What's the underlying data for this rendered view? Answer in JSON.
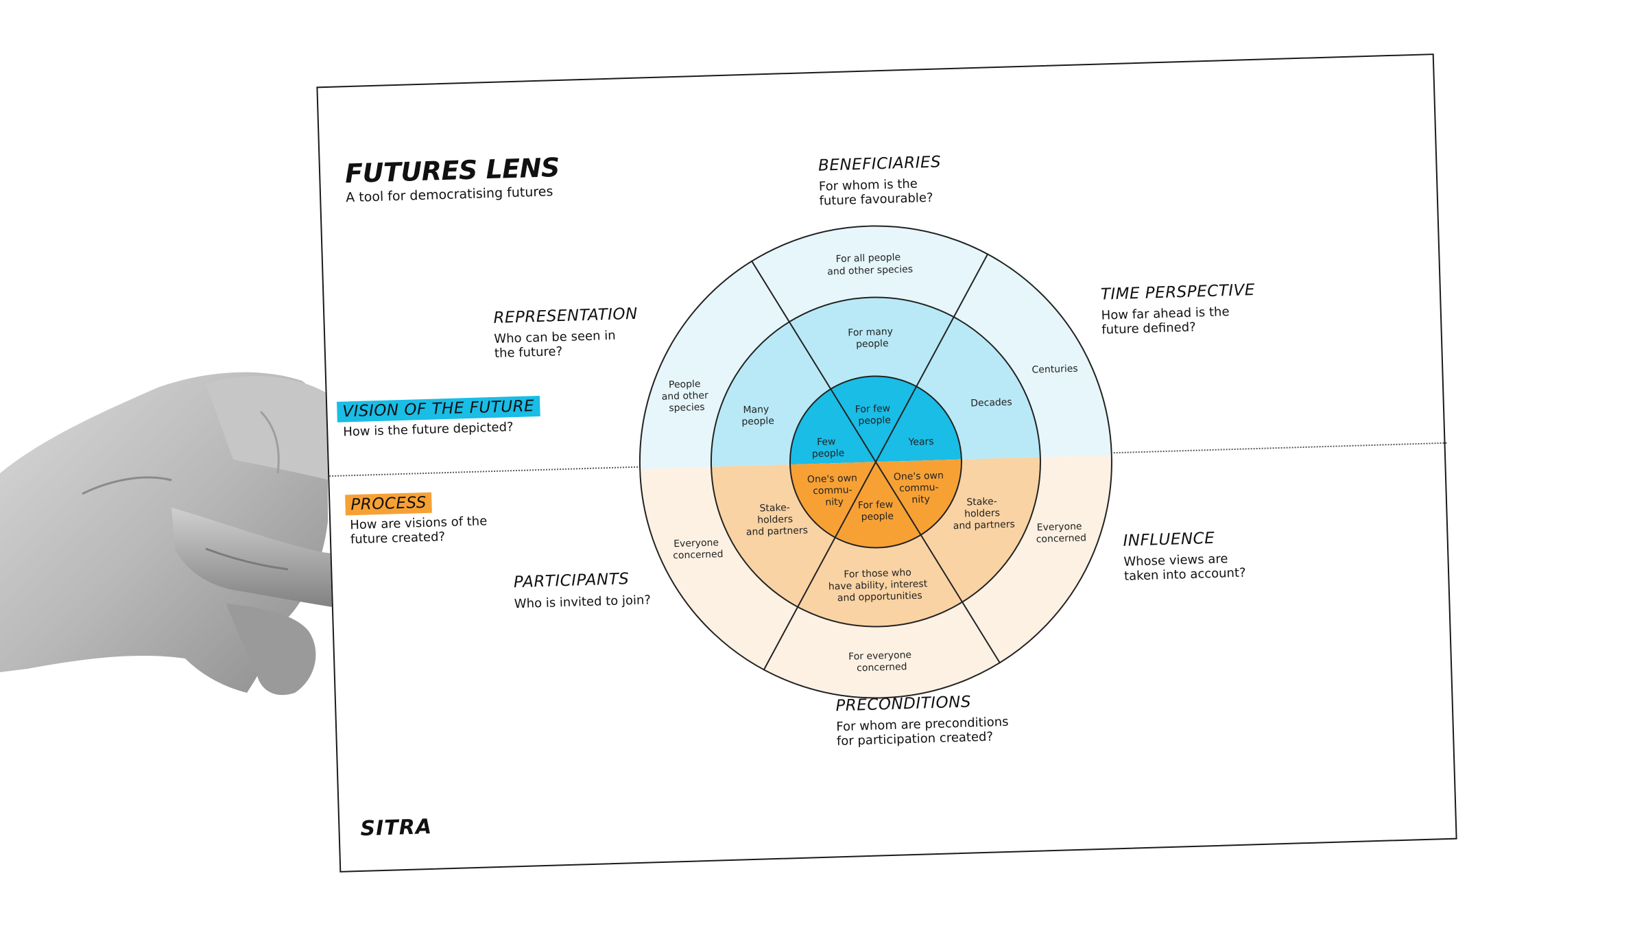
{
  "card": {
    "title": "FUTURES LENS",
    "subtitle": "A tool for democratising futures",
    "logo": "SITRA"
  },
  "sections": {
    "beneficiaries": {
      "heading": "BENEFICIARIES",
      "question_1": "For whom is the",
      "question_2": "future favourable?"
    },
    "time_perspective": {
      "heading": "TIME PERSPECTIVE",
      "question_1": "How far ahead is the",
      "question_2": "future defined?"
    },
    "representation": {
      "heading": "REPRESENTATION",
      "question_1": "Who can be seen in",
      "question_2": "the future?"
    },
    "vision": {
      "heading": "VISION OF THE FUTURE",
      "question_1": "How is the future depicted?"
    },
    "process": {
      "heading": "PROCESS",
      "question_1": "How are visions of the",
      "question_2": "future created?"
    },
    "participants": {
      "heading": "PARTICIPANTS",
      "question_1": "Who is invited to join?"
    },
    "influence": {
      "heading": "INFLUENCE",
      "question_1": "Whose views are",
      "question_2": "taken into account?"
    },
    "preconditions": {
      "heading": "PRECONDITIONS",
      "question_1": "For whom are preconditions",
      "question_2": "for participation created?"
    }
  },
  "wheel": {
    "outer": {
      "top": [
        "For all people",
        "and other species"
      ],
      "upper_left": [
        "People",
        "and other",
        "species"
      ],
      "upper_right": [
        "Centuries"
      ],
      "lower_left": [
        "Everyone",
        "concerned"
      ],
      "lower_right": [
        "Everyone",
        "concerned"
      ],
      "bottom": [
        "For everyone",
        "concerned"
      ]
    },
    "middle": {
      "top": [
        "For many",
        "people"
      ],
      "upper_left": [
        "Many",
        "people"
      ],
      "upper_right": [
        "Decades"
      ],
      "lower_left": [
        "Stake-",
        "holders",
        "and partners"
      ],
      "lower_right": [
        "Stake-",
        "holders",
        "and partners"
      ],
      "bottom": [
        "For those who",
        "have ability, interest",
        "and opportunities"
      ]
    },
    "inner": {
      "top": [
        "For few",
        "people"
      ],
      "upper_left": [
        "Few",
        "people"
      ],
      "upper_right": [
        "Years"
      ],
      "lower_left": [
        "One's own",
        "commu-",
        "nity"
      ],
      "lower_right": [
        "One's own",
        "commu-",
        "nity"
      ],
      "bottom": [
        "For few",
        "people"
      ]
    },
    "colors": {
      "vision_outer": "#e6f6fb",
      "vision_middle": "#b9e9f6",
      "vision_inner": "#19bde6",
      "process_outer": "#fdf1e3",
      "process_middle": "#f9d3a4",
      "process_inner": "#f7a135"
    }
  }
}
